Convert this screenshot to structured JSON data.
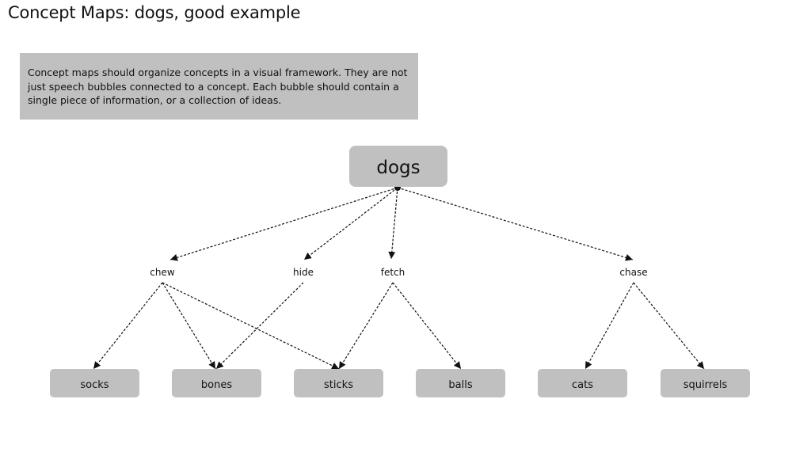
{
  "header": {
    "title": "Concept Maps: dogs, good example"
  },
  "note": {
    "text": "Concept maps should organize concepts in a visual framework. They are not just speech bubbles connected to a concept. Each bubble should contain a single piece of information, or a collection of ideas."
  },
  "diagram": {
    "root": {
      "id": "dogs",
      "label": "dogs"
    },
    "links": [
      {
        "id": "chew",
        "label": "chew"
      },
      {
        "id": "hide",
        "label": "hide"
      },
      {
        "id": "fetch",
        "label": "fetch"
      },
      {
        "id": "chase",
        "label": "chase"
      }
    ],
    "concepts": [
      {
        "id": "socks",
        "label": "socks"
      },
      {
        "id": "bones",
        "label": "bones"
      },
      {
        "id": "sticks",
        "label": "sticks"
      },
      {
        "id": "balls",
        "label": "balls"
      },
      {
        "id": "cats",
        "label": "cats"
      },
      {
        "id": "squirrels",
        "label": "squirrels"
      }
    ],
    "edges": [
      {
        "from": "dogs",
        "to": "chew"
      },
      {
        "from": "dogs",
        "to": "hide"
      },
      {
        "from": "dogs",
        "to": "fetch"
      },
      {
        "from": "dogs",
        "to": "chase"
      },
      {
        "from": "chew",
        "to": "socks"
      },
      {
        "from": "chew",
        "to": "bones"
      },
      {
        "from": "chew",
        "to": "sticks"
      },
      {
        "from": "hide",
        "to": "bones"
      },
      {
        "from": "fetch",
        "to": "sticks"
      },
      {
        "from": "fetch",
        "to": "balls"
      },
      {
        "from": "chase",
        "to": "cats"
      },
      {
        "from": "chase",
        "to": "squirrels"
      }
    ]
  }
}
